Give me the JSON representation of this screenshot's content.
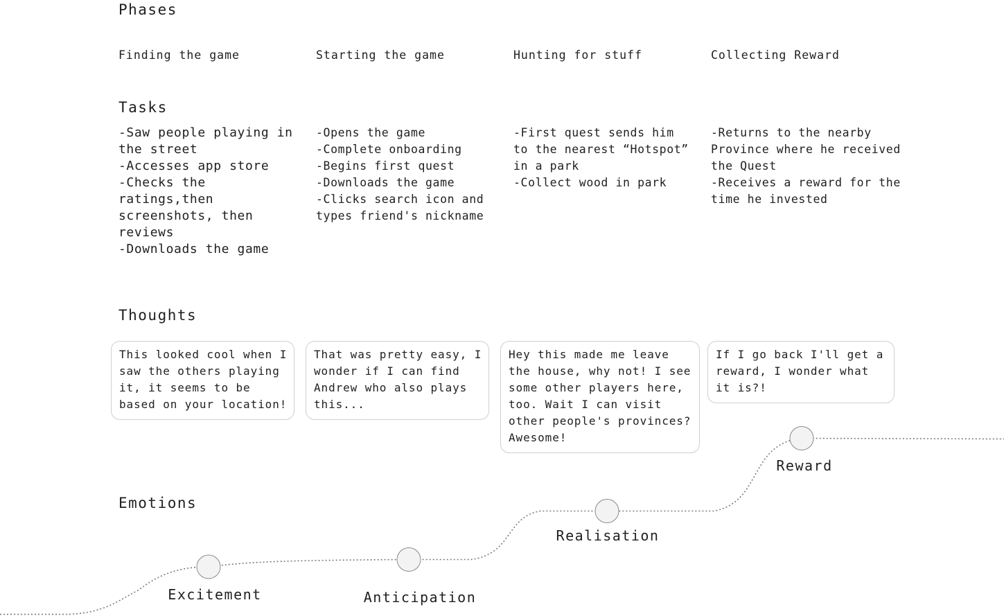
{
  "sections": {
    "phases": "Phases",
    "tasks": "Tasks",
    "thoughts": "Thoughts",
    "emotions": "Emotions"
  },
  "phases": [
    "Finding the game",
    "Starting the game",
    "Hunting for stuff",
    "Collecting Reward"
  ],
  "tasks": [
    [
      "-Saw people playing in the street",
      "-Accesses app store",
      "-Checks the ratings,then screenshots, then reviews",
      "-Downloads the game"
    ],
    [
      "-Opens the game",
      "-Complete onboarding",
      "-Begins first quest",
      "-Downloads the game",
      "-Clicks search icon and types friend's nickname"
    ],
    [
      "-First quest sends him to the nearest “Hotspot” in a park",
      "-Collect wood in park"
    ],
    [
      "-Returns to the nearby Province where he received the Quest",
      "-Receives a reward for the time he invested"
    ]
  ],
  "thoughts": [
    "This looked cool when I saw the others playing it, it seems to be based on your location!",
    "That was pretty easy, I wonder if I can find Andrew who also plays this...",
    "Hey this made me leave the house, why not! I see some other players here, too. Wait I can visit other people's provinces? Awesome!",
    "If I go back I'll get a reward, I wonder what it is?!"
  ],
  "emotions": [
    {
      "label": "Excitement",
      "level": 1
    },
    {
      "label": "Anticipation",
      "level": 1.15
    },
    {
      "label": "Realisation",
      "level": 2.15
    },
    {
      "label": "Reward",
      "level": 3.65
    }
  ],
  "colors": {
    "text": "#1f1f1f",
    "card_border": "#cfcfcf",
    "node_fill": "#f3f3f3",
    "node_stroke": "#8a8a8a",
    "curve": "#7a7a7a"
  }
}
